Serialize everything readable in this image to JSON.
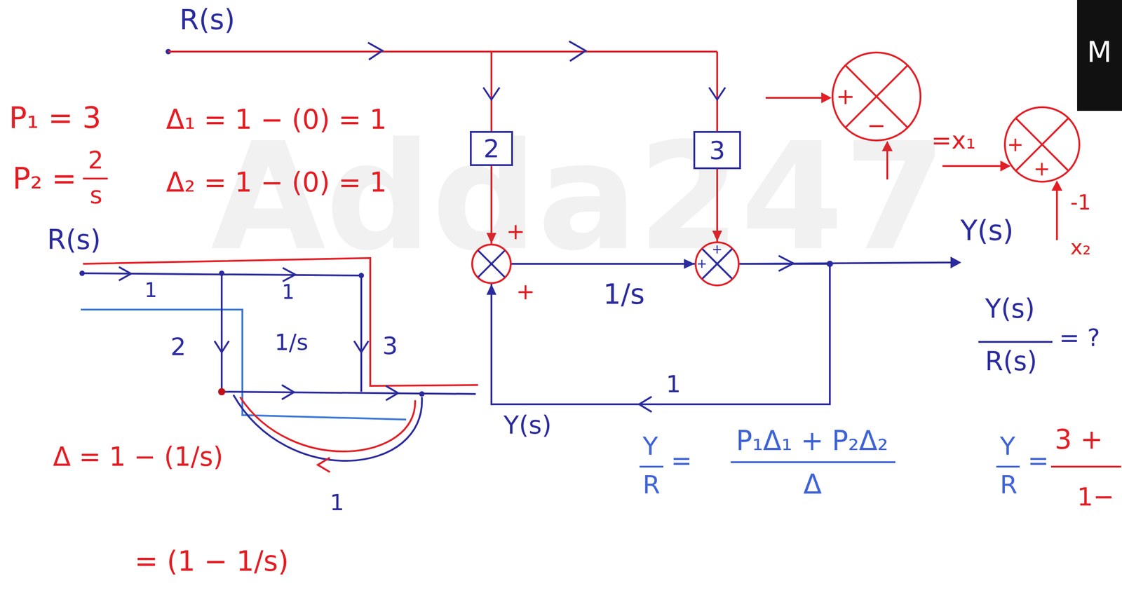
{
  "diagram": {
    "nodes": [
      {
        "text": [
          "2"
        ]
      },
      {
        "text": [
          "3"
        ]
      },
      {
        "text": [
          "+",
          "+"
        ]
      },
      {
        "text": [
          "+",
          "+"
        ]
      },
      {
        "text": [
          "+",
          "−"
        ]
      },
      {
        "text": [
          "+",
          "+"
        ]
      }
    ],
    "edges": [
      {
        "from": 0,
        "to": 2,
        "arrow": "to"
      },
      {
        "from": 1,
        "to": 3,
        "arrow": "to"
      },
      {
        "from": 2,
        "to": 3,
        "label": "1/s",
        "arrow": "to"
      },
      {
        "from": 3,
        "to": 2,
        "label": "1",
        "arrow": "to"
      }
    ],
    "labels": [
      "Adda247",
      "R(s)",
      "P₁ = 3",
      "Δ₁ = 1 − (0) = 1",
      "P₂ =",
      "2",
      "s",
      "Δ₂ = 1 − (0) = 1",
      "R(s)",
      "1",
      "1",
      "2",
      "1/s",
      "3",
      "Y(s)",
      "Δ = 1 − (1/s)",
      "1",
      "= (1 − 1/s)",
      "Y(s)",
      "Y(s)",
      "R(s)",
      "= ?",
      "Y",
      "R",
      "=",
      "P₁Δ₁ + P₂Δ₂",
      "Δ",
      "Y",
      "R",
      "=",
      "3 +",
      "1−",
      "=x₁",
      "-1",
      "x₂",
      "M"
    ]
  }
}
